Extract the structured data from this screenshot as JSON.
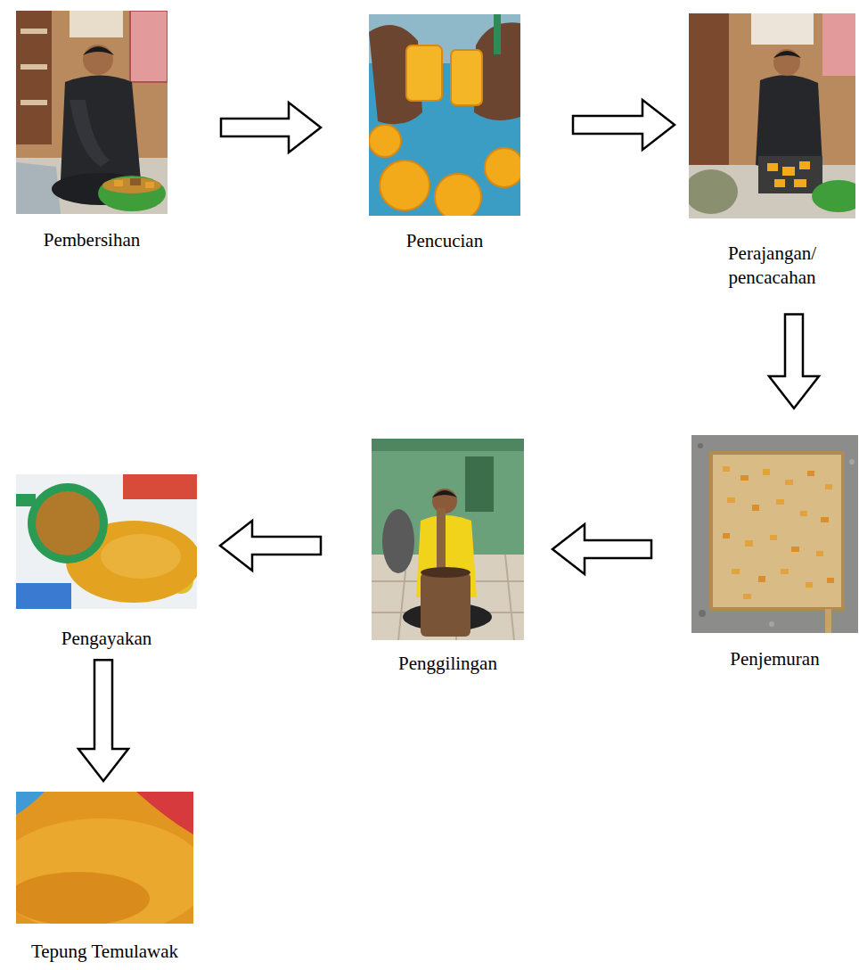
{
  "diagram": {
    "nodes": [
      {
        "text": [
          "Pembersihan"
        ]
      },
      {
        "text": [
          "Pencucian"
        ]
      },
      {
        "text": [
          "Perajangan/ pencacahan"
        ]
      },
      {
        "text": [
          "Penjemuran"
        ]
      },
      {
        "text": [
          "Penggilingan"
        ]
      },
      {
        "text": [
          "Pengayakan"
        ]
      },
      {
        "text": [
          "Tepung Temulawak"
        ]
      }
    ],
    "edges": [
      {
        "from": 0,
        "to": 1,
        "arrow": "to"
      },
      {
        "from": 1,
        "to": 2,
        "arrow": "to"
      },
      {
        "from": 2,
        "to": 3,
        "arrow": "to"
      },
      {
        "from": 3,
        "to": 4,
        "arrow": "to"
      },
      {
        "from": 4,
        "to": 5,
        "arrow": "to"
      },
      {
        "from": 5,
        "to": 6,
        "arrow": "to"
      }
    ]
  }
}
